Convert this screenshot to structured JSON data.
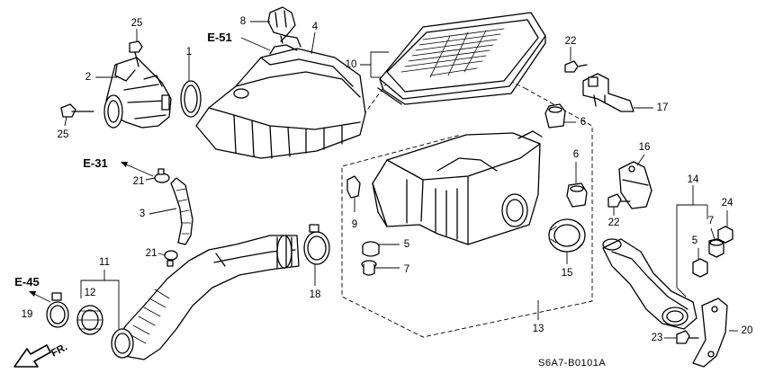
{
  "diagram": {
    "code": "S6A7-B0101A",
    "front_label": "FR.",
    "refs": {
      "e51": "E-51",
      "e31": "E-31",
      "e45": "E-45"
    },
    "callouts": {
      "c1": "1",
      "c2": "2",
      "c3": "3",
      "c4": "4",
      "c5a": "5",
      "c5b": "5",
      "c6a": "6",
      "c6b": "6",
      "c7a": "7",
      "c7b": "7",
      "c8": "8",
      "c9": "9",
      "c10": "10",
      "c11": "11",
      "c12": "12",
      "c13": "13",
      "c14": "14",
      "c15": "15",
      "c16": "16",
      "c17": "17",
      "c18": "18",
      "c19": "19",
      "c20": "20",
      "c21a": "21",
      "c21b": "21",
      "c22a": "22",
      "c22b": "22",
      "c23": "23",
      "c24": "24",
      "c25a": "25",
      "c25b": "25"
    }
  }
}
